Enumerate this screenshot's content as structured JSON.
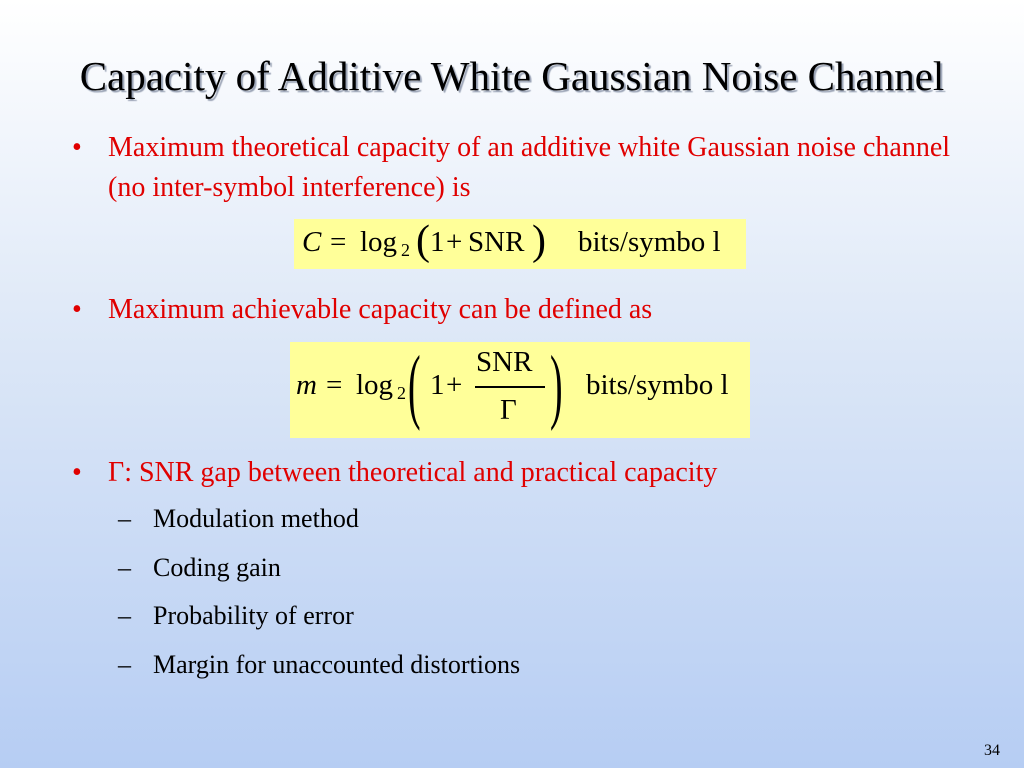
{
  "slide": {
    "title": "Capacity of Additive White Gaussian Noise Channel",
    "bullets": [
      "Maximum theoretical capacity of an additive white Gaussian noise channel (no inter-symbol interference) is",
      "Maximum achievable capacity can be defined as",
      "Γ: SNR gap between theoretical and practical capacity"
    ],
    "bullet_marker": "•",
    "sub_marker": "–",
    "sub_items": [
      "Modulation method",
      "Coding gain",
      "Probability of error",
      "Margin for unaccounted distortions"
    ],
    "formula1": {
      "lhs": "C",
      "eq": "=",
      "log": "log",
      "base": "2",
      "open": "(",
      "one": "1",
      "plus": "+",
      "snr": "SNR",
      "close": ")",
      "unit": "bits/symbo l"
    },
    "formula2": {
      "lhs": "m",
      "eq": "=",
      "log": "log",
      "base": "2",
      "open": "(",
      "one": "1",
      "plus": "+",
      "numerator": "SNR",
      "denominator": "Γ",
      "close": ")",
      "unit": "bits/symbo l"
    },
    "page_number": "34",
    "colors": {
      "bullet_text": "#e00000",
      "formula_bg": "#ffff99",
      "bg_top": "#ffffff",
      "bg_bottom": "#b6cdf3"
    }
  }
}
